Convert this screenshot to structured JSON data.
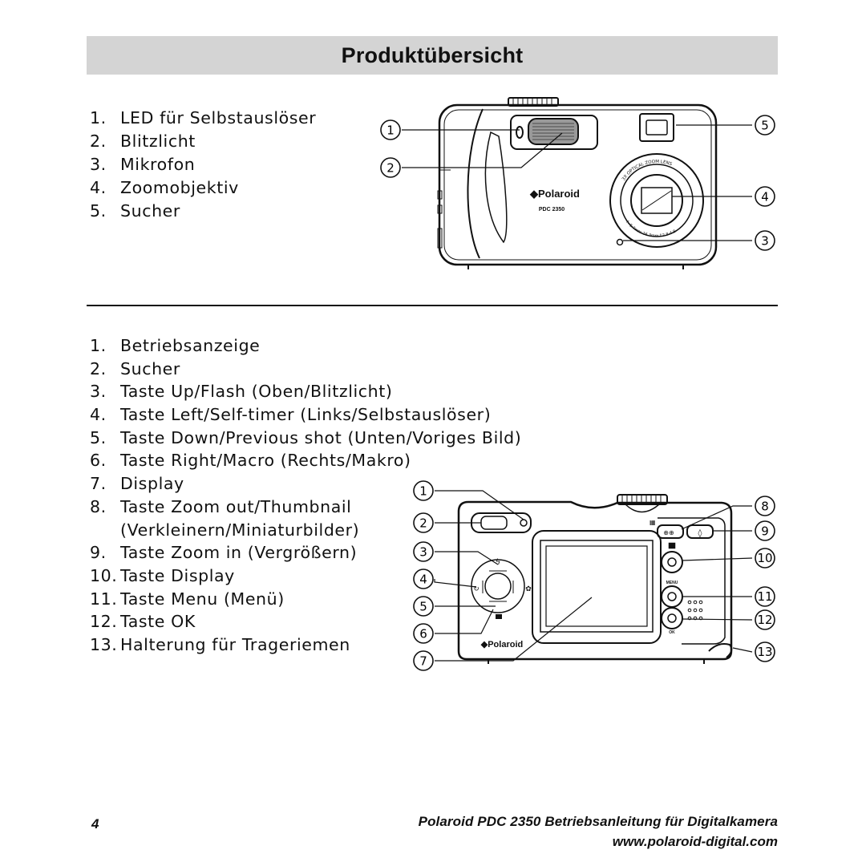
{
  "title": "Produktübersicht",
  "front_list": [
    {
      "num": "1.",
      "text": "LED für Selbstauslöser"
    },
    {
      "num": "2.",
      "text": "Blitzlicht"
    },
    {
      "num": "3.",
      "text": "Mikrofon"
    },
    {
      "num": "4.",
      "text": "Zoomobjektiv"
    },
    {
      "num": "5.",
      "text": "Sucher"
    }
  ],
  "back_list": [
    {
      "num": "1.",
      "text": "Betriebsanzeige"
    },
    {
      "num": "2.",
      "text": "Sucher"
    },
    {
      "num": "3.",
      "text": "Taste Up/Flash (Oben/Blitzlicht)"
    },
    {
      "num": "4.",
      "text": "Taste Left/Self-timer (Links/Selbstauslöser)"
    },
    {
      "num": "5.",
      "text": "Taste Down/Previous shot (Unten/Voriges Bild)"
    },
    {
      "num": "6.",
      "text": "Taste Right/Macro (Rechts/Makro)"
    },
    {
      "num": "7.",
      "text": "Display"
    },
    {
      "num": "8.",
      "text": "Taste Zoom out/Thumbnail"
    },
    {
      "num": "",
      "text": "(Verkleinern/Miniaturbilder)"
    },
    {
      "num": "9.",
      "text": "Taste Zoom in (Vergrößern)"
    },
    {
      "num": "10.",
      "text": "Taste Display"
    },
    {
      "num": "11.",
      "text": "Taste Menu (Menü)"
    },
    {
      "num": "12.",
      "text": "Taste OK"
    },
    {
      "num": "13.",
      "text": "Halterung für Trageriemen"
    }
  ],
  "front_figure": {
    "brand": "◆Polaroid",
    "model": "PDC 2350",
    "lens_ring_top": "3X OPTICAL ZOOM LENS",
    "lens_ring_bottom": "f=5.7mm-16.3mm f:2.8-4.8",
    "callouts": [
      "1",
      "2",
      "3",
      "4",
      "5"
    ]
  },
  "back_figure": {
    "brand": "◆Polaroid",
    "button_labels": {
      "menu": "MENU",
      "ok": "OK"
    },
    "callouts": [
      "1",
      "2",
      "3",
      "4",
      "5",
      "6",
      "7",
      "8",
      "9",
      "10",
      "11",
      "12",
      "13"
    ]
  },
  "footer": {
    "page_number": "4",
    "doc_title": "Polaroid PDC 2350 Betriebsanleitung für Digitalkamera",
    "url": "www.polaroid-digital.com"
  }
}
